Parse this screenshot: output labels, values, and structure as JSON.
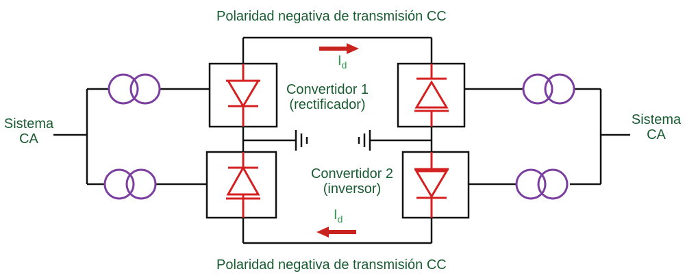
{
  "title_top": "Polaridad negativa de transmisión CC",
  "title_bottom": "Polaridad negativa de transmisión CC",
  "left_system": {
    "line1": "Sistema",
    "line2": "CA"
  },
  "right_system": {
    "line1": "Sistema",
    "line2": "CA"
  },
  "converter1": {
    "line1": "Convertidor 1",
    "line2": "(rectificador)"
  },
  "converter2": {
    "line1": "Convertidor 2",
    "line2": "(inversor)"
  },
  "current_top": {
    "symbol": "I",
    "subscript": "d"
  },
  "current_bottom": {
    "symbol": "I",
    "subscript": "d"
  },
  "colors": {
    "wire": "#111111",
    "transformer": "#7b3fa0",
    "thyristor": "#d42020",
    "arrow": "#c8231f",
    "text": "#1a5c32",
    "current_label": "#2e9a4a"
  }
}
